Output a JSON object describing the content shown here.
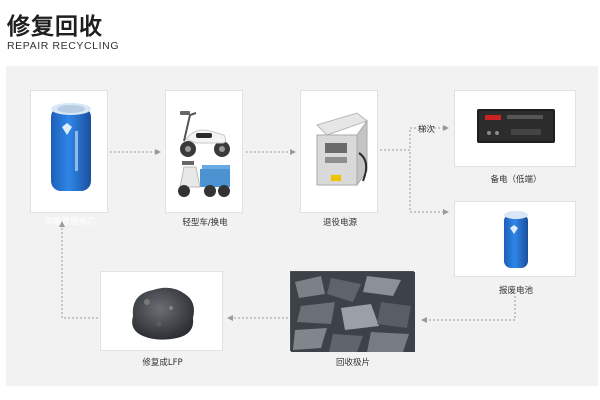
{
  "header": {
    "title": "修复回收",
    "subtitle": "REPAIR RECYCLING"
  },
  "nodes": {
    "cell": {
      "label": "磷酸铁锂电芯"
    },
    "ev": {
      "label": "轻型车/换电"
    },
    "retired": {
      "label": "退役电源"
    },
    "storage": {
      "label": "备电（低端）"
    },
    "scrap": {
      "label": "报废电池"
    },
    "scrap_sheets": {
      "label": "回收极片"
    },
    "lfp": {
      "label": "修复成LFP"
    }
  },
  "edges": {
    "cascade_label": "梯次"
  },
  "colors": {
    "panel": "#f2f2f2",
    "arrow": "#9a9a9a",
    "battery_blue": "#1f6fd0"
  }
}
